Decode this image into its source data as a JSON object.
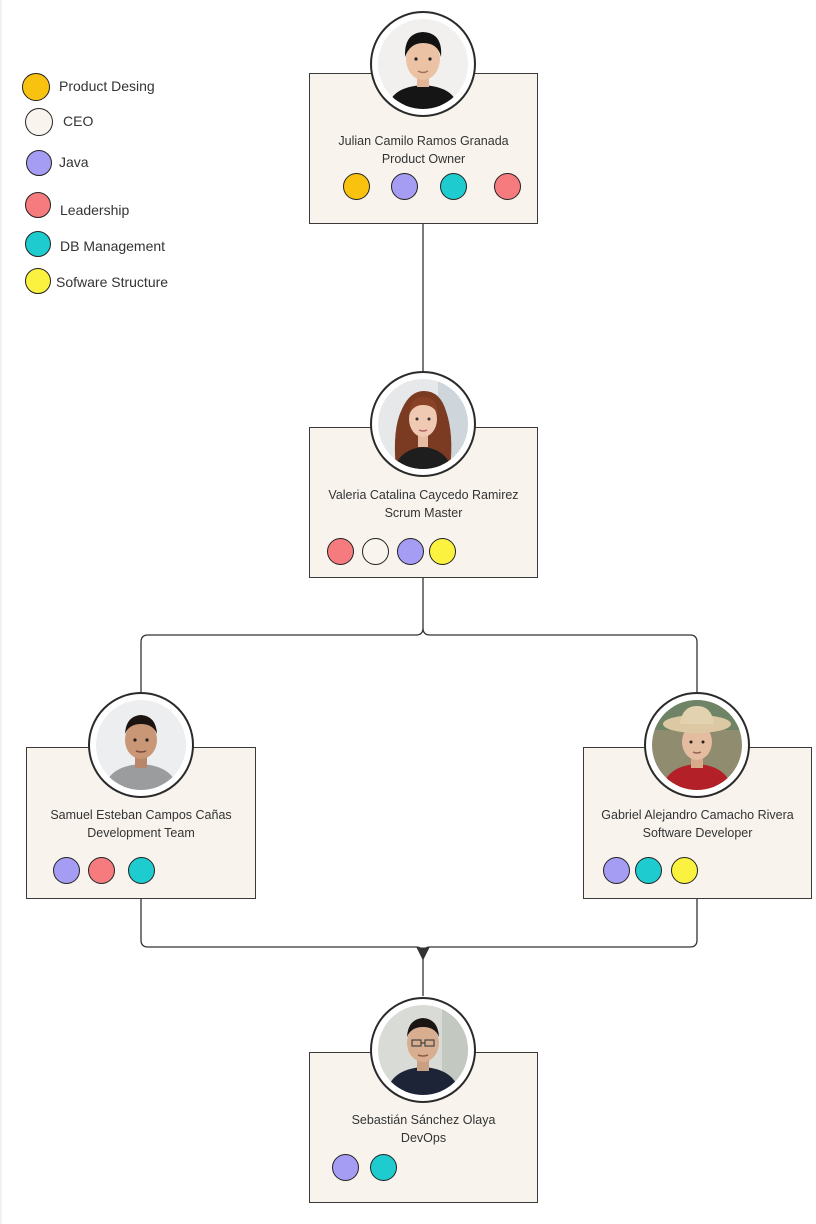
{
  "colors": {
    "product_design": "#f8c20f",
    "ceo": "#f9f5ee",
    "java": "#a59cf3",
    "leadership": "#f57b7f",
    "db_management": "#1ecbcf",
    "software_structure": "#fbf23f",
    "card_fill": "#f8f4ed",
    "line": "#333333"
  },
  "legend": [
    {
      "label": "Product Desing",
      "color_key": "product_design"
    },
    {
      "label": "CEO",
      "color_key": "ceo"
    },
    {
      "label": "Java",
      "color_key": "java"
    },
    {
      "label": "Leadership",
      "color_key": "leadership"
    },
    {
      "label": "DB Management",
      "color_key": "db_management"
    },
    {
      "label": "Sofware Structure",
      "color_key": "software_structure"
    }
  ],
  "members": [
    {
      "name": "Julian Camilo Ramos Granada",
      "role": "Product Owner",
      "skills": [
        "product_design",
        "java",
        "db_management",
        "leadership"
      ]
    },
    {
      "name": "Valeria Catalina Caycedo Ramirez",
      "role": "Scrum Master",
      "skills": [
        "leadership",
        "ceo",
        "java",
        "software_structure"
      ]
    },
    {
      "name": "Samuel Esteban Campos Cañas",
      "role": "Development Team",
      "skills": [
        "java",
        "leadership",
        "db_management"
      ]
    },
    {
      "name": "Gabriel Alejandro Camacho Rivera",
      "role": "Software Developer",
      "skills": [
        "java",
        "db_management",
        "software_structure"
      ]
    },
    {
      "name": "Sebastián Sánchez Olaya",
      "role": "DevOps",
      "skills": [
        "java",
        "db_management"
      ]
    }
  ]
}
